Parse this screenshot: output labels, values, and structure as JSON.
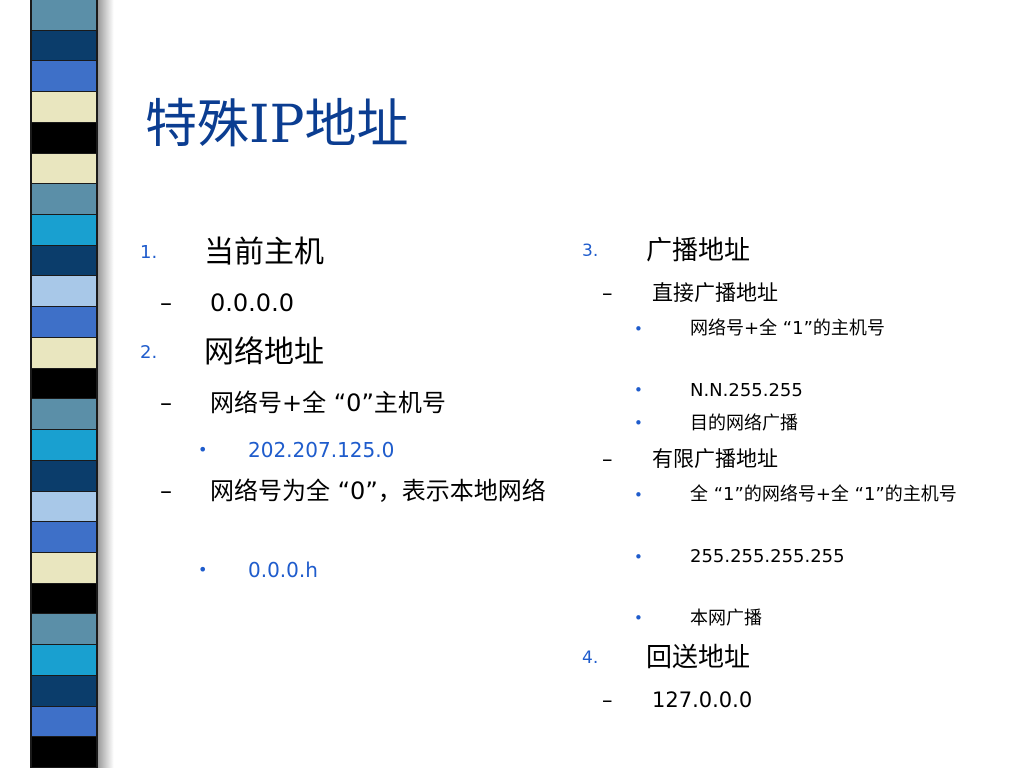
{
  "slide": {
    "title": "特殊IP地址",
    "stripe_colors": [
      "#5b8fa8",
      "#0b3d6b",
      "#3e70c8",
      "#e9e6bf",
      "#000000",
      "#e9e6bf",
      "#5b8fa8",
      "#19a0d0",
      "#0b3d6b",
      "#a8c8e8",
      "#3e70c8",
      "#e9e6bf",
      "#000000",
      "#5b8fa8",
      "#19a0d0",
      "#0b3d6b",
      "#a8c8e8",
      "#3e70c8",
      "#e9e6bf",
      "#000000",
      "#5b8fa8",
      "#19a0d0",
      "#0b3d6b",
      "#3e70c8",
      "#000000"
    ],
    "left": [
      {
        "level": 1,
        "marker": "1.",
        "text": "当前主机"
      },
      {
        "level": 2,
        "marker": "–",
        "text": "0.0.0.0"
      },
      {
        "level": 1,
        "marker": "2.",
        "text": "网络地址"
      },
      {
        "level": 2,
        "marker": "–",
        "text": "网络号+全 “0”主机号"
      },
      {
        "level": 3,
        "marker": "•",
        "text": "202.207.125.0"
      },
      {
        "level": 2,
        "marker": "–",
        "text": "网络号为全 “0”，表示本地网络"
      },
      {
        "level": 3,
        "marker": "•",
        "text": "0.0.0.h"
      }
    ],
    "right": [
      {
        "level": 1,
        "marker": "3.",
        "text": "广播地址"
      },
      {
        "level": 2,
        "marker": "–",
        "text": "直接广播地址"
      },
      {
        "level": 3,
        "marker": "•",
        "text": "网络号+全 “1”的主机号"
      },
      {
        "level": 3,
        "marker": "•",
        "text": "N.N.255.255"
      },
      {
        "level": 3,
        "marker": "•",
        "text": "目的网络广播"
      },
      {
        "level": 2,
        "marker": "–",
        "text": "有限广播地址"
      },
      {
        "level": 3,
        "marker": "•",
        "text": "全 “1”的网络号+全 “1”的主机号"
      },
      {
        "level": 3,
        "marker": "•",
        "text": "255.255.255.255"
      },
      {
        "level": 3,
        "marker": "•",
        "text": "本网广播"
      },
      {
        "level": 1,
        "marker": "4.",
        "text": "回送地址"
      },
      {
        "level": 2,
        "marker": "–",
        "text": "127.0.0.0"
      }
    ]
  }
}
